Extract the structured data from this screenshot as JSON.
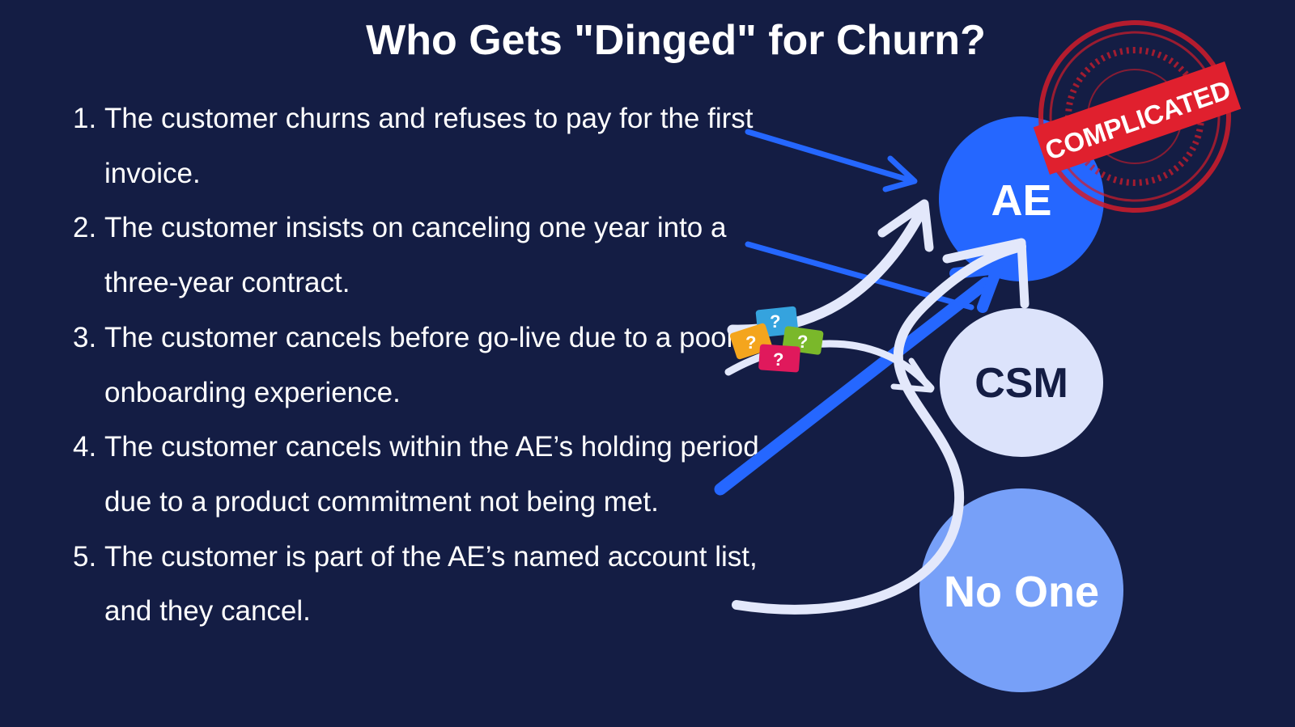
{
  "title": "Who Gets \"Dinged\" for Churn?",
  "items": [
    {
      "number": "1.",
      "text": "The customer churns and refuses to pay for the first invoice."
    },
    {
      "number": "2.",
      "text": "The customer insists on canceling one year into a three-year contract."
    },
    {
      "number": "3.",
      "text": "The customer cancels before go-live due to a poor onboarding experience."
    },
    {
      "number": "4.",
      "text": "The customer cancels within the AE’s holding period due to a product commitment not being met."
    },
    {
      "number": "5.",
      "text": "The customer is part of the AE’s named account list, and they cancel."
    }
  ],
  "nodes": {
    "ae": {
      "label": "AE",
      "color": "#2567ff"
    },
    "csm": {
      "label": "CSM",
      "color": "#dce3fb"
    },
    "no_one": {
      "label": "No One",
      "color": "#77a0f8"
    }
  },
  "stamp": {
    "text": "COMPLICATED",
    "color": "#e0202e"
  },
  "colors": {
    "background": "#141d44",
    "blue_arrow": "#2567ff",
    "white_arrow": "#e3e8fb"
  }
}
